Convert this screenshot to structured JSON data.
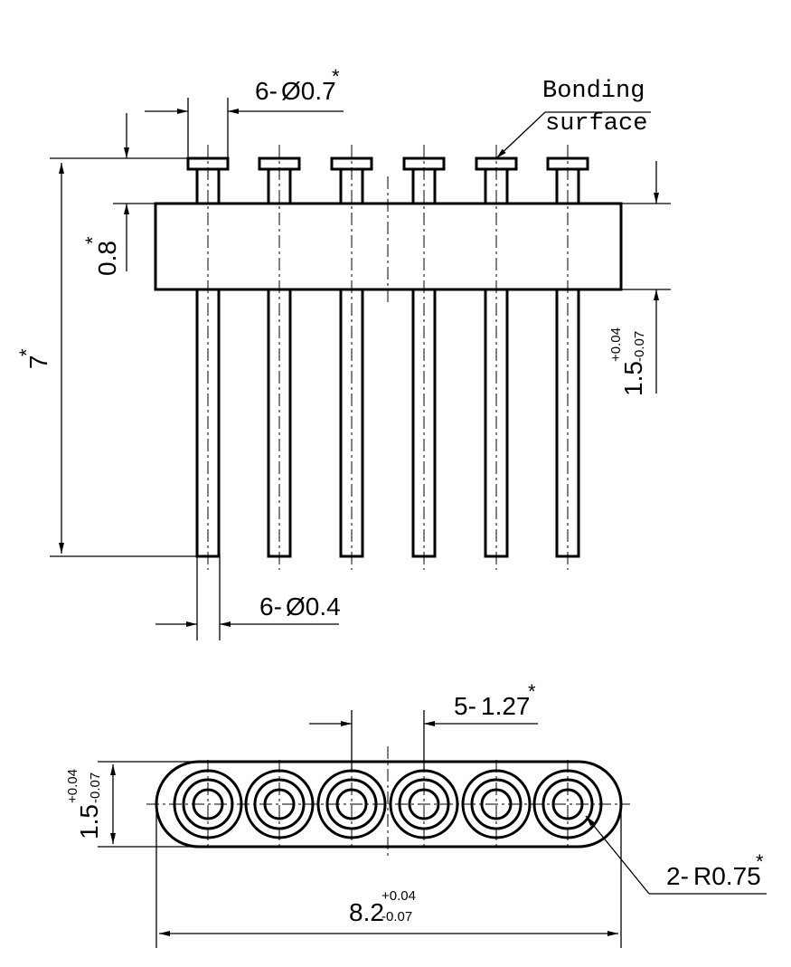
{
  "side_view": {
    "pin_head_dia": {
      "count_prefix": "6-",
      "value": "Ø0.7",
      "mark": "*"
    },
    "bonding_surface": {
      "line1": "Bonding",
      "line2": "surface"
    },
    "insulator_height": {
      "value": "0.8",
      "mark": "*"
    },
    "overall_height": {
      "value": "7",
      "mark": "*"
    },
    "pin_length_below": {
      "nominal": "1.5",
      "upper_tol": "+0.04",
      "lower_tol": "-0.07"
    },
    "pin_dia": {
      "count_prefix": "6-",
      "value": "Ø0.4"
    }
  },
  "top_view": {
    "pitch": {
      "count_prefix": "5-",
      "value": "1.27",
      "mark": "*"
    },
    "width": {
      "nominal": "1.5",
      "upper_tol": "+0.04",
      "lower_tol": "-0.07"
    },
    "length": {
      "nominal": "8.2",
      "upper_tol": "+0.04",
      "lower_tol": "-0.07"
    },
    "end_radius": {
      "count_prefix": "2-",
      "value": "R0.75",
      "mark": "*"
    }
  }
}
